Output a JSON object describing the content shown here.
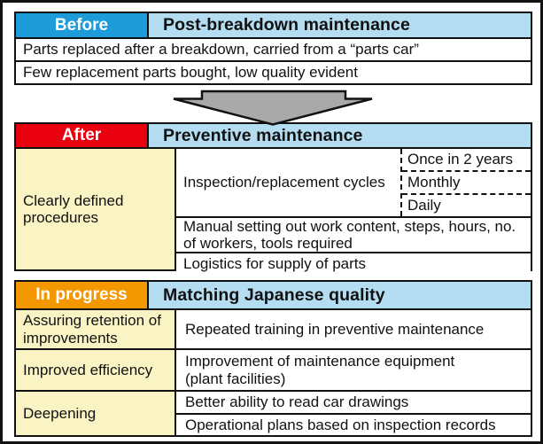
{
  "colors": {
    "blue": "#1E9CD9",
    "light_blue": "#B5DDF1",
    "red": "#E80010",
    "orange": "#F39800",
    "yellow": "#FAF4C4",
    "arrow_gray": "#A9A9A9",
    "line": "#111111"
  },
  "before": {
    "tag": "Before",
    "title": "Post-breakdown maintenance",
    "rows": [
      "Parts replaced after a breakdown, carried from a “parts car”",
      "Few replacement parts bought, low quality evident"
    ]
  },
  "after": {
    "tag": "After",
    "title": "Preventive maintenance",
    "left_label": "Clearly defined procedures",
    "row_cycles_label": "Inspection/replacement cycles",
    "cycles": [
      "Once in 2 years",
      "Monthly",
      "Daily"
    ],
    "row_manual": "Manual setting out work content, steps, hours, no. of workers, tools required",
    "row_logistics": "Logistics for supply of parts"
  },
  "in_progress": {
    "tag": "In progress",
    "title": "Matching Japanese quality",
    "rows": [
      {
        "label": "Assuring retention of improvements",
        "item": "Repeated training in preventive maintenance"
      },
      {
        "label": "Improved efficiency",
        "item": "Improvement of maintenance equipment (plant facilities)"
      },
      {
        "label": "Deepening",
        "item1": "Better ability to read car drawings",
        "item2": "Operational plans based on inspection records"
      }
    ]
  }
}
